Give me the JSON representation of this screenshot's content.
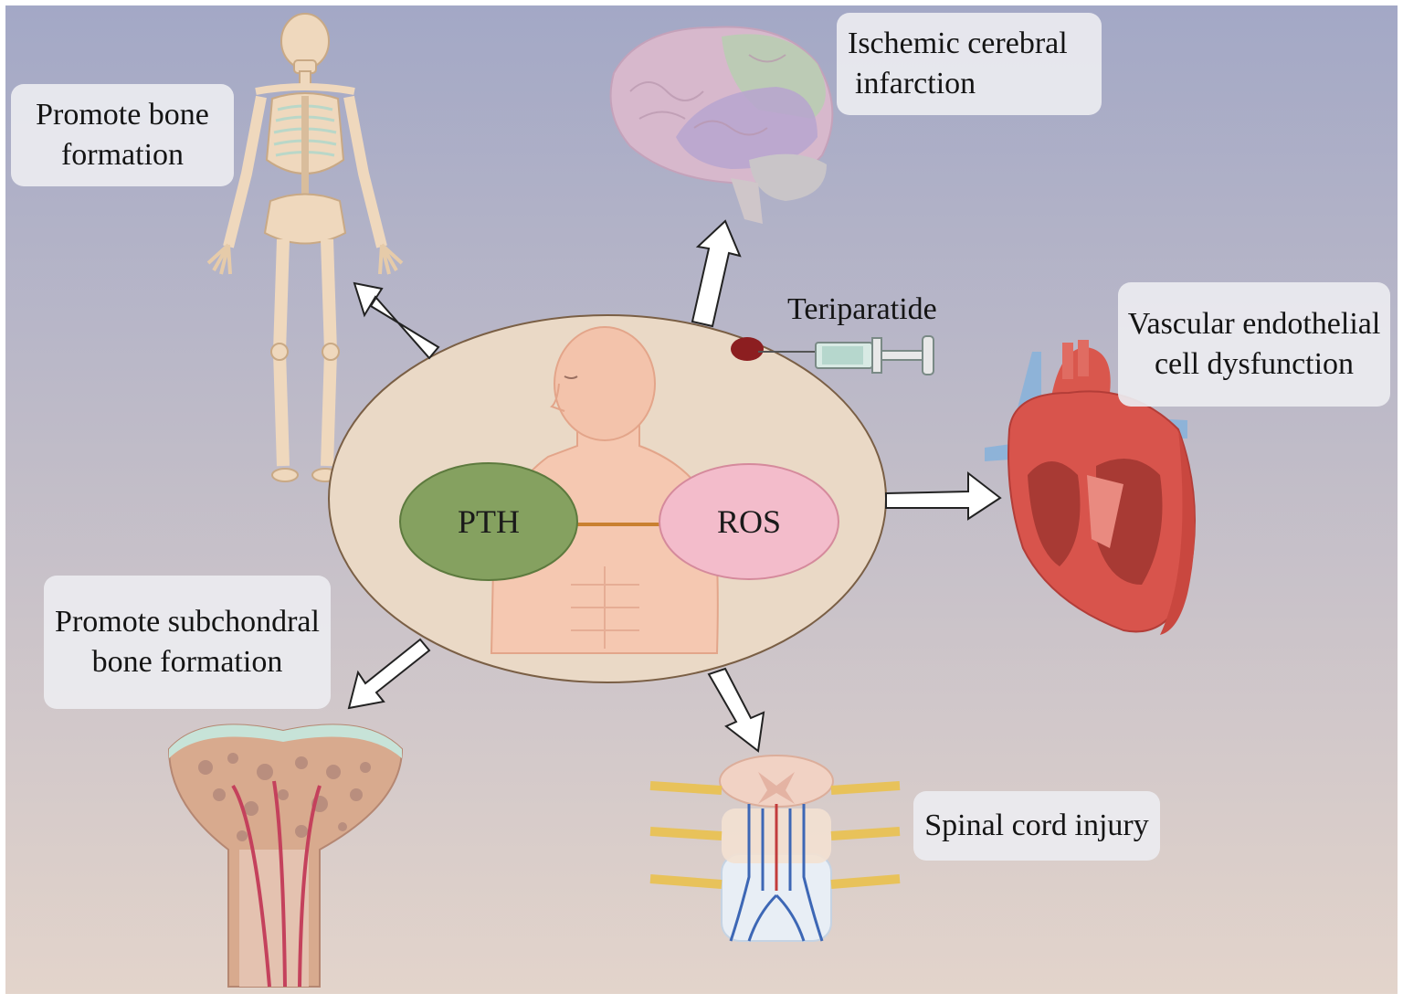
{
  "colors": {
    "background_top": "#a3a8c6",
    "background_bottom": "#e3d4cb",
    "central_oval": "#ead9c6",
    "pth": "#85a160",
    "ros": "#f3bccb",
    "link": "#c98030"
  },
  "center": {
    "pth_label": "PTH",
    "ros_label": "ROS"
  },
  "drug": {
    "label": "Teriparatide"
  },
  "effects": {
    "bone": {
      "line1": "Promote bone",
      "line2": "formation"
    },
    "brain": {
      "line1": "Ischemic cerebral",
      "line2": "infarction"
    },
    "vascular": {
      "line1": "Vascular endothelial",
      "line2": "cell dysfunction"
    },
    "subchondral": {
      "line1": "Promote subchondral",
      "line2": "bone formation"
    },
    "spinal": {
      "line1": "Spinal cord injury"
    }
  },
  "icons": [
    "skeleton-icon",
    "brain-icon",
    "heart-icon",
    "bone-cross-section-icon",
    "spinal-cord-icon",
    "syringe-icon",
    "human-torso-icon"
  ]
}
